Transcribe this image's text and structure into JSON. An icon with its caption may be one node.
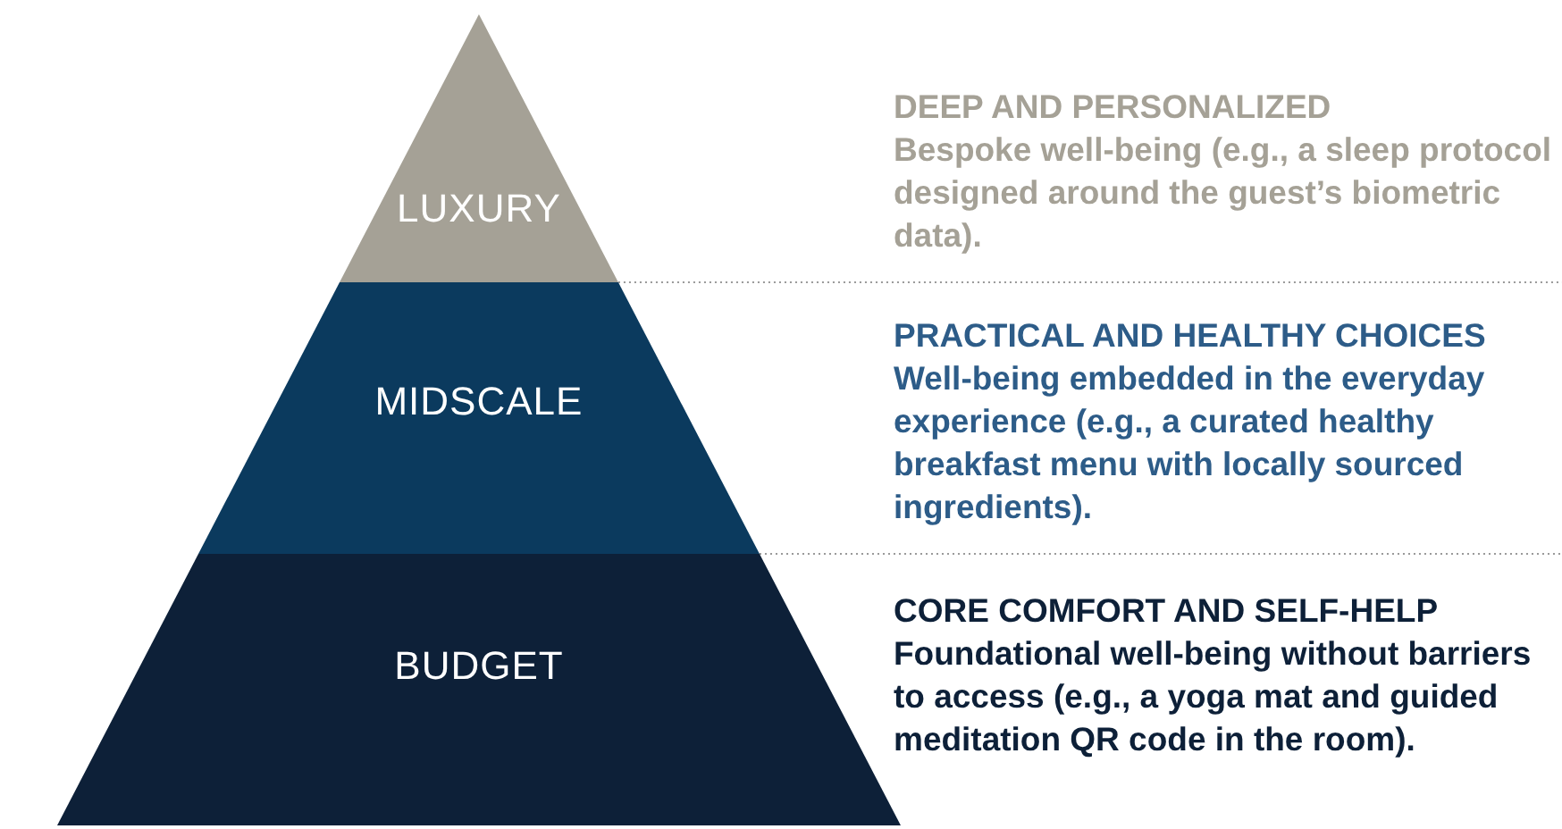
{
  "diagram": {
    "nodes": [
      {
        "text": [
          "LUXURY"
        ],
        "beside": [
          "DEEP AND PERSONALIZED",
          "Bespoke well-being (e.g., a sleep protocol designed around the guest’s biometric data)."
        ]
      },
      {
        "text": [
          "MIDSCALE"
        ],
        "beside": [
          "PRACTICAL AND HEALTHY CHOICES",
          "Well-being embedded in the everyday experience (e.g., a curated healthy breakfast menu with locally sourced ingredients)."
        ]
      },
      {
        "text": [
          "BUDGET"
        ],
        "beside": [
          "CORE COMFORT AND SELF-HELP",
          "Foundational well-being without barriers to access (e.g., a yoga mat and guided meditation QR code in the room)."
        ]
      }
    ]
  }
}
